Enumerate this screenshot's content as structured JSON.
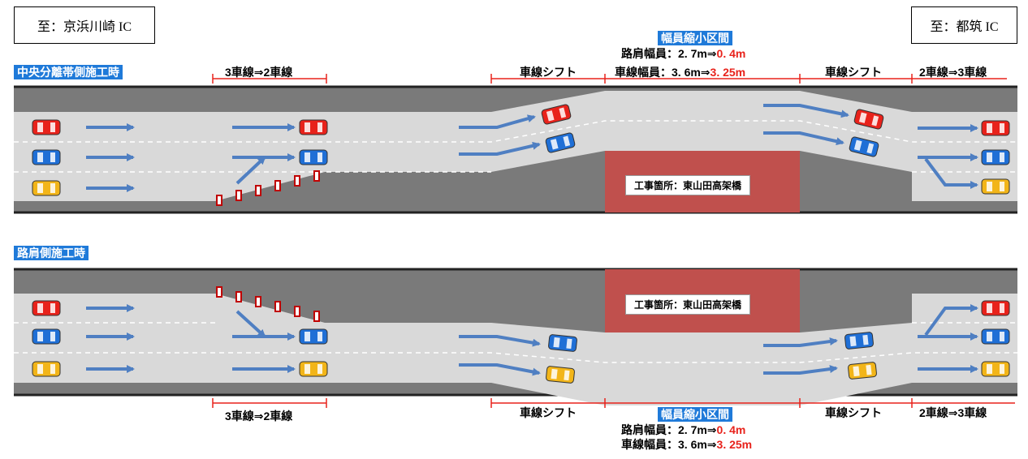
{
  "from_label": "至：京浜川崎 IC",
  "to_label": "至：都筑 IC",
  "top": {
    "mode_tag": "中央分離帯側施工時",
    "narrow_tag": "幅員縮小区間",
    "shoulder_prefix": "路肩幅員：2. 7m⇒",
    "shoulder_new": "0. 4m",
    "lane_prefix": "車線幅員：3. 6m⇒",
    "lane_new": "3. 25m",
    "seg1": "3車線⇒2車線",
    "seg2": "車線シフト",
    "seg3": "車線シフト",
    "seg4": "2車線⇒3車線",
    "site_label": "工事箇所：東山田高架橋"
  },
  "bottom": {
    "mode_tag": "路肩側施工時",
    "narrow_tag": "幅員縮小区間",
    "shoulder_prefix": "路肩幅員：2. 7m⇒",
    "shoulder_new": "0. 4m",
    "lane_prefix": "車線幅員：3. 6m⇒",
    "lane_new": "3. 25m",
    "seg1": "3車線⇒2車線",
    "seg2": "車線シフト",
    "seg3": "車線シフト",
    "seg4": "2車線⇒3車線",
    "site_label": "工事箇所：東山田高架橋"
  },
  "colors": {
    "road_gray": "#7a7a7a",
    "lane_light": "#d9d9d9",
    "site_red": "#c0504d",
    "arrow_blue": "#4f7fc2",
    "car_red": "#e8221b",
    "car_blue": "#1f6fd6",
    "car_yellow": "#f2b519",
    "tag_blue": "#1f7ad9",
    "measure_red": "#e8221b"
  }
}
